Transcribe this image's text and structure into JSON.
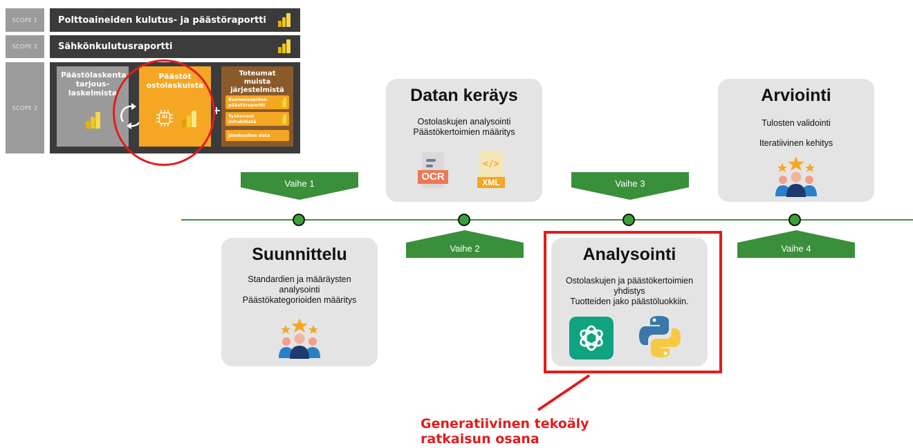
{
  "scope_panel": {
    "rows": [
      {
        "tag": "SCOPE 1",
        "title": "Polttoaineiden kulutus- ja päästöraportti"
      },
      {
        "tag": "SCOPE 2",
        "title": "Sähkönkulutusraportti"
      },
      {
        "tag": "SCOPE 2"
      }
    ],
    "box_gray": "Päästölaskenta tarjous-laskelmista",
    "box_orange": "Päästöt ostolaskuista",
    "box_brown": {
      "title": "Toteumat muista järjestelmistä",
      "items": [
        "Kunnossapidon päästöraportti",
        "Työkoneet infrakitistä",
        "Jätehuollon data"
      ]
    },
    "ai_chip": "AI",
    "plus": "+"
  },
  "stages": [
    {
      "id": "suunnittelu",
      "title": "Suunnittelu",
      "lines": [
        "Standardien ja määräysten",
        "analysointi",
        "Päästökategorioiden määritys"
      ]
    },
    {
      "id": "datan-keraus",
      "title": "Datan keräys",
      "lines": [
        "Ostolaskujen analysointi",
        "Päästökertoimien määritys"
      ],
      "badges": [
        "OCR",
        "XML"
      ]
    },
    {
      "id": "analysointi",
      "title": "Analysointi",
      "lines": [
        "Ostolaskujen ja päästökertoimien",
        "yhdistys",
        "Tuotteiden jako päästöluokkiin."
      ]
    },
    {
      "id": "arviointi",
      "title": "Arviointi",
      "lines": [
        "Tulosten validointi",
        "Iteratiivinen kehitys"
      ]
    }
  ],
  "phases": [
    "Vaihe 1",
    "Vaihe 2",
    "Vaihe 3",
    "Vaihe 4"
  ],
  "callout": {
    "line1": "Generatiivinen tekoäly",
    "line2": "ratkaisun osana"
  },
  "colors": {
    "scope_bar": "#3b3b3b",
    "scope_tag": "#9b9b9b",
    "orange": "#f5a623",
    "brown": "#8b5a2b",
    "phase_green": "#3a8f3a",
    "highlight_red": "#e31b1b",
    "card_gray": "#e4e4e4"
  }
}
